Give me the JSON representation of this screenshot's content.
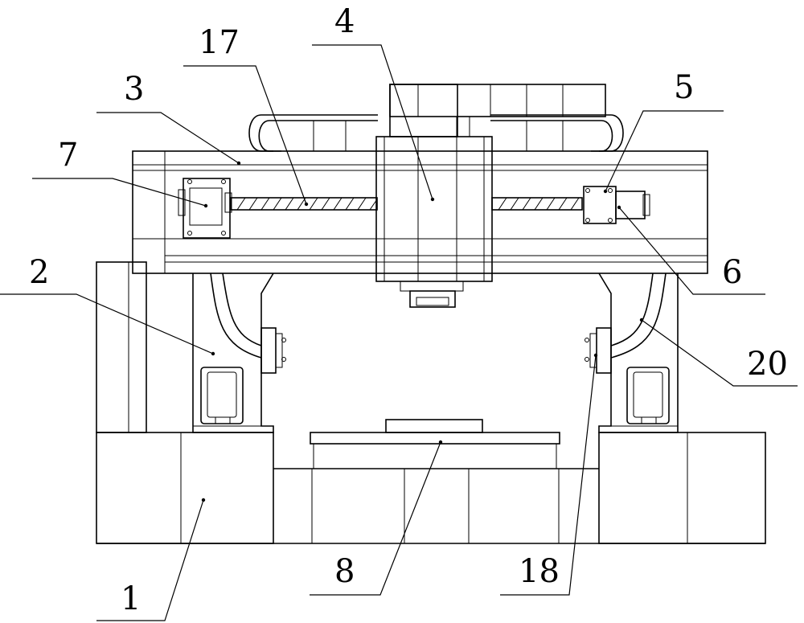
{
  "diagram": {
    "labels": {
      "l1": "1",
      "l2": "2",
      "l3": "3",
      "l4": "4",
      "l5": "5",
      "l6": "6",
      "l7": "7",
      "l8": "8",
      "l17": "17",
      "l18": "18",
      "l20": "20"
    }
  }
}
